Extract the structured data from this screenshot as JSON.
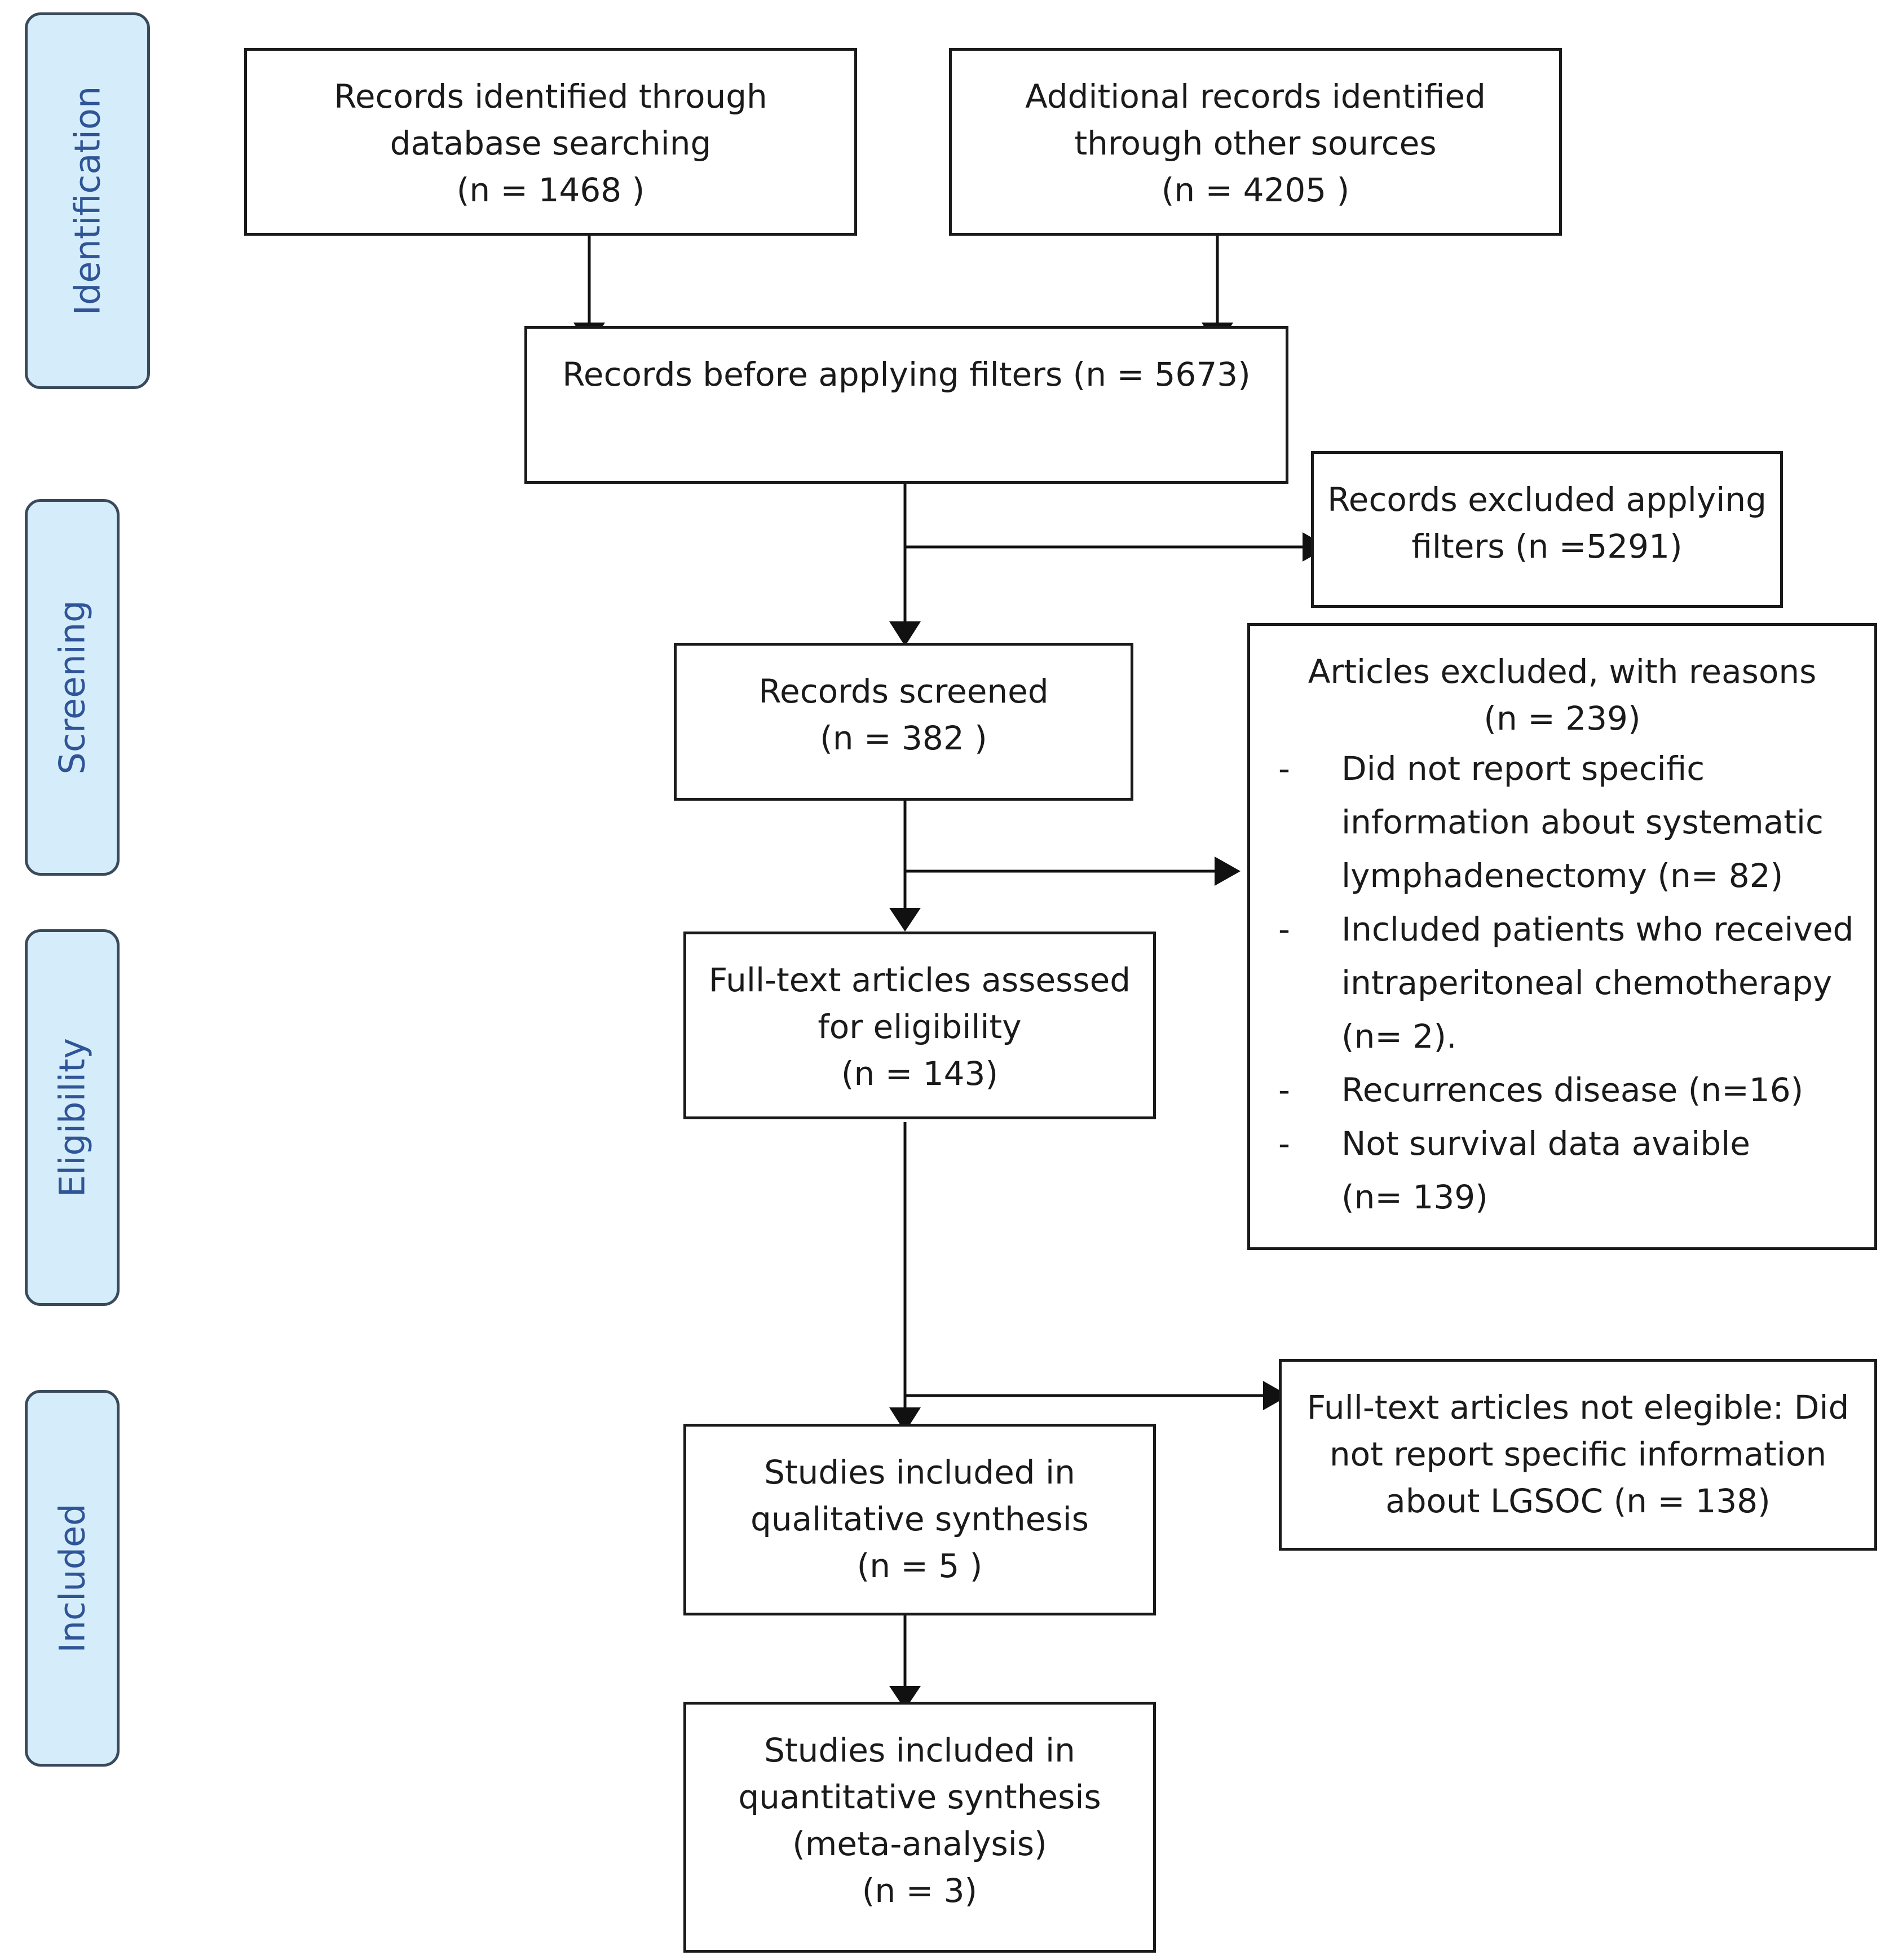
{
  "phases": {
    "identification": "Identification",
    "screening": "Screening",
    "eligibility": "Eligibility",
    "included": "Included"
  },
  "boxes": {
    "database": [
      "Records identified through",
      "database searching",
      "(n = 1468  )"
    ],
    "other_sources": [
      "Additional records identified",
      "through other sources",
      "(n = 4205  )"
    ],
    "before_filters": [
      "Records before applying filters (n = 5673)"
    ],
    "excluded_filters": [
      "Records excluded applying",
      "filters (n =5291)"
    ],
    "screened": [
      "Records screened",
      "(n = 382 )"
    ],
    "full_text": [
      "Full-text articles assessed",
      "for eligibility",
      "(n = 143)"
    ],
    "qualitative": [
      "Studies included in",
      "qualitative synthesis",
      "(n =  5 )"
    ],
    "quantitative": [
      "Studies included in",
      "quantitative synthesis",
      "(meta-analysis)",
      "(n =  3)"
    ],
    "not_eligible": [
      "Full-text articles not elegible: Did",
      "not report specific information",
      "about LGSOC (n = 138)"
    ]
  },
  "articles_excluded": {
    "heading": [
      "Articles excluded, with reasons",
      "(n = 239)"
    ],
    "bullet": "-",
    "reasons": [
      "Did not report specific\ninformation about systematic\nlymphadenectomy (n= 82)",
      "Included patients who received\nintraperitoneal chemotherapy\n(n= 2).",
      "Recurrences disease (n=16)",
      "Not survival data avaible\n(n= 139)"
    ]
  }
}
